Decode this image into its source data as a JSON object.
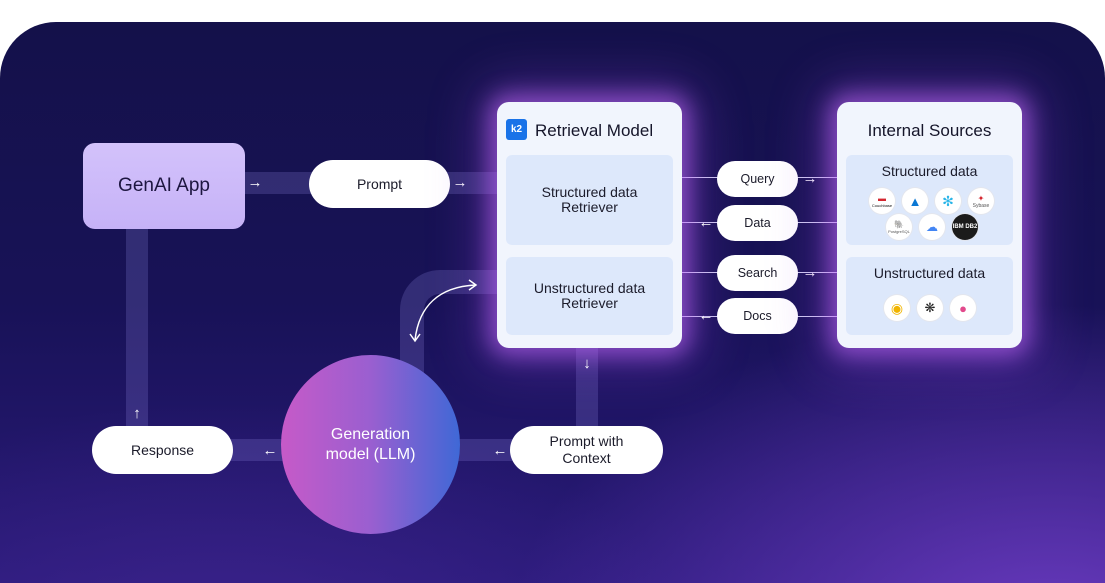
{
  "genai_app": {
    "label": "GenAI App"
  },
  "prompt": {
    "label": "Prompt"
  },
  "retrieval_model": {
    "title": "Retrieval Model",
    "structured_retriever": {
      "line1": "Structured data",
      "line2": "Retriever"
    },
    "unstructured_retriever": {
      "line1": "Unstructured data",
      "line2": "Retriever"
    }
  },
  "connectors": {
    "query": "Query",
    "data": "Data",
    "search": "Search",
    "docs": "Docs"
  },
  "internal_sources": {
    "title": "Internal Sources",
    "structured_title": "Structured data",
    "unstructured_title": "Unstructured data",
    "structured_logos": [
      "couchbase-logo",
      "azure-logo",
      "snowflake-logo",
      "sybase-logo",
      "postgresql-logo",
      "google-cloud-logo",
      "ibm-db2-logo"
    ],
    "unstructured_logos": [
      "elastic-logo",
      "openai-logo",
      "confluence-logo"
    ],
    "logo_captions": {
      "couchbase": "Couchbase",
      "sybase": "Sybase",
      "postgresql": "PostgreSQL",
      "ibm": "IBM DB2"
    }
  },
  "prompt_with_context": {
    "line1": "Prompt with",
    "line2": "Context"
  },
  "generation_model": {
    "line1": "Generation",
    "line2": "model (LLM)"
  },
  "response": {
    "label": "Response"
  },
  "colors": {
    "panel_dark": "#14114a",
    "panel_purple": "#6b3bc0",
    "genai_fill": "#d3c2fb",
    "card_fill": "#f1f5fd",
    "retriever_fill": "#dde8fb",
    "brand_blue": "#1a73e8"
  }
}
